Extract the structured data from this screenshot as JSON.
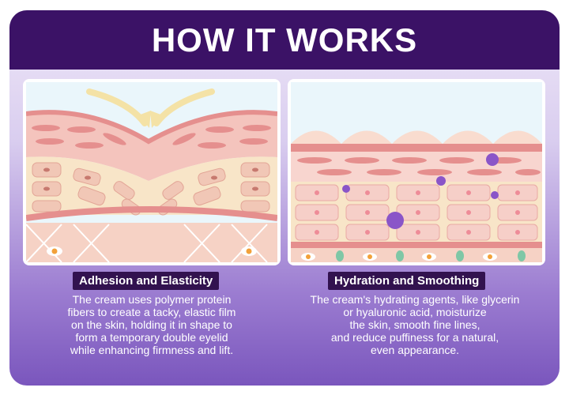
{
  "title": "HOW IT WORKS",
  "colors": {
    "header_bg": "#3b1266",
    "label_bg": "#32124f",
    "skin_pink": "#f2b9b4",
    "skin_red": "#e79a98",
    "cell_cream": "#f8e3c6",
    "molecule_purple": "#8a55c8"
  },
  "panels": [
    {
      "label": "Adhesion and Elasticity",
      "description": "The cream uses polymer protein\nfibers to create a tacky, elastic film\non the skin, holding it in shape to\nform a temporary double eyelid\nwhile enhancing firmness and lift.",
      "illustration": "skin-fold-illustration"
    },
    {
      "label": "Hydration and Smoothing",
      "description": "The cream's hydrating agents, like glycerin\nor hyaluronic acid, moisturize\nthe skin, smooth fine lines,\nand reduce puffiness for a natural,\neven appearance.",
      "illustration": "skin-hydration-illustration"
    }
  ]
}
